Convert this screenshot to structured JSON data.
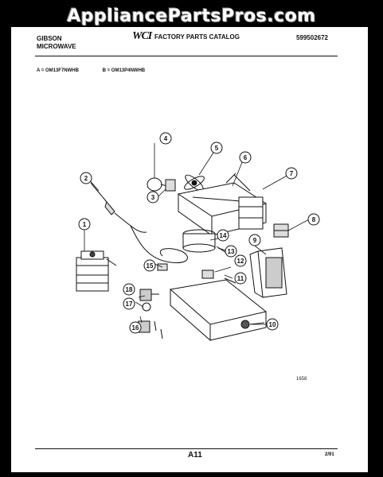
{
  "watermark": "AppliancePartsPros.com",
  "header": {
    "brand_line1": "GIBSON",
    "brand_line2": "MICROWAVE",
    "logo": "WCI",
    "catalog_title": "FACTORY PARTS CATALOG",
    "catalog_number": "599502672"
  },
  "models": {
    "a": "A = OM13F7NWHB",
    "b": "B = OM13P4NWHB"
  },
  "callouts": [
    "1",
    "2",
    "3",
    "4",
    "5",
    "6",
    "7",
    "8",
    "9",
    "10",
    "11",
    "12",
    "13",
    "14",
    "15",
    "16",
    "17",
    "18"
  ],
  "figure_number": "1658",
  "footer": {
    "page_code": "A11",
    "date": "2/91"
  }
}
